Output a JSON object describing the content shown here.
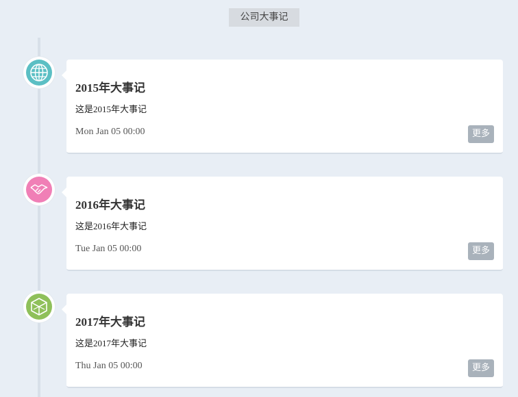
{
  "header": {
    "title": "公司大事记"
  },
  "events": [
    {
      "title": "2015年大事记",
      "description": "这是2015年大事记",
      "date": "Mon Jan 05 00:00",
      "more_label": "更多",
      "icon": "globe-icon",
      "icon_color": "#5bbfc4"
    },
    {
      "title": "2016年大事记",
      "description": "这是2016年大事记",
      "date": "Tue Jan 05 00:00",
      "more_label": "更多",
      "icon": "handshake-icon",
      "icon_color": "#f07fb6"
    },
    {
      "title": "2017年大事记",
      "description": "这是2017年大事记",
      "date": "Thu Jan 05 00:00",
      "more_label": "更多",
      "icon": "cube-icon",
      "icon_color": "#8fc05a"
    }
  ]
}
